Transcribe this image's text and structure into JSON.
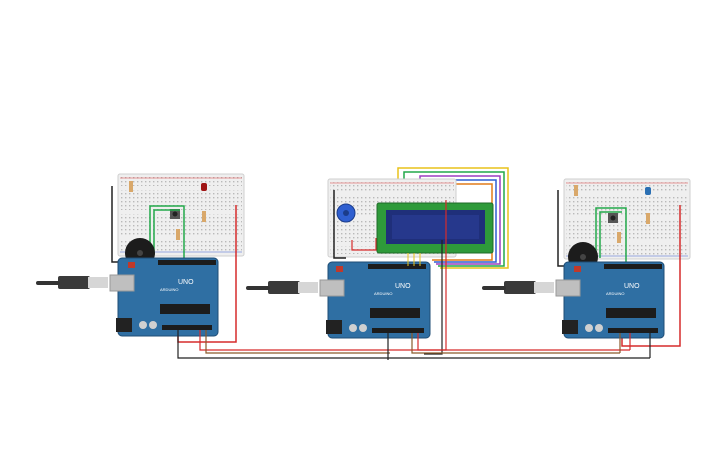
{
  "circuit": {
    "boards": [
      {
        "id": "left",
        "board_label": "UNO",
        "brand_label": "ARDUINO"
      },
      {
        "id": "center",
        "board_label": "UNO",
        "brand_label": "ARDUINO"
      },
      {
        "id": "right",
        "board_label": "UNO",
        "brand_label": "ARDUINO"
      }
    ]
  },
  "colors": {
    "board": "#2f6fa3",
    "board_dark": "#1f4d75",
    "breadboard": "#eeeeee",
    "lcd_bezel": "#2e9a3a",
    "lcd_screen": "#1f2f7a",
    "wire_red": "#d62b2b",
    "wire_black": "#222222",
    "wire_green": "#22a84a",
    "wire_yellow": "#e8c21a",
    "wire_orange": "#e07b1a",
    "wire_purple": "#9b3fc0",
    "wire_brown": "#8a5a2b",
    "wire_pink": "#d63a8c",
    "wire_blue": "#2f5fd0",
    "cable": "#444444"
  }
}
